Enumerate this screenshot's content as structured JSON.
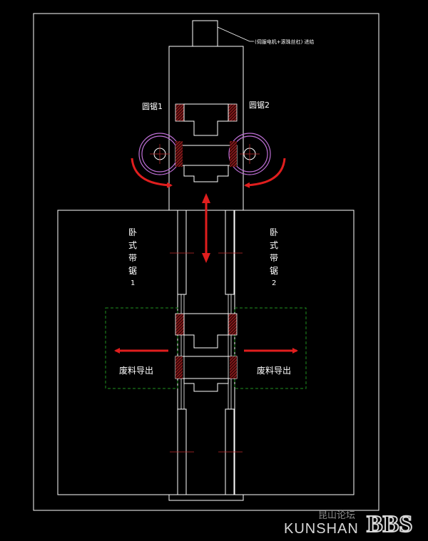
{
  "labels": {
    "servo_note": "(伺服电机+滚珠丝杠) 进给",
    "circular_saw_1": "圆锯1",
    "circular_saw_2": "圆锯2",
    "band_saw_1": [
      "卧",
      "式",
      "带",
      "锯",
      "1"
    ],
    "band_saw_2": [
      "卧",
      "式",
      "带",
      "锯",
      "2"
    ],
    "waste_left": "废料导出",
    "waste_right": "废料导出"
  },
  "watermark": {
    "chinese": "昆山论坛",
    "english": "KUNSHAN",
    "bbs": "BBS"
  },
  "colors": {
    "background": "#000000",
    "line": "#ffffff",
    "hatch": "#c0282a",
    "arrow": "#e01e1e",
    "saw_ring": "#c070d8",
    "dashed_box": "#1f8f1f"
  },
  "icons": {
    "up_down_arrow": "double-arrow-icon",
    "rotation_arrow": "curved-arrow-icon",
    "discharge_arrow": "arrow-icon"
  }
}
